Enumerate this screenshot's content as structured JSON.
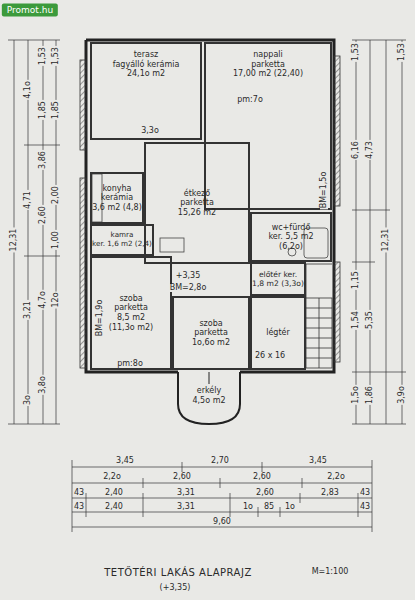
{
  "diagram": {
    "title": "TETŐTÉRI LAKÁS ALAPRAJZ",
    "nodes": [
      {
        "text": [
          "terasz",
          "fagyálló kerámia",
          "24,1o m2"
        ]
      },
      {
        "text": [
          "nappali",
          "parketta",
          "17,00 m2 (22,40)"
        ]
      },
      {
        "text": [
          "konyha",
          "kerámia",
          "3,6 m2 (4,8)"
        ]
      },
      {
        "text": [
          "étkező",
          "parketta",
          "15,26 m2"
        ]
      },
      {
        "text": [
          "wc+fürdő",
          "ker. 5,5 m2",
          "(6,2o)"
        ]
      },
      {
        "text": [
          "kamra",
          "ker. 1,6 m2 (2,4)"
        ]
      },
      {
        "text": [
          "előtér ker.",
          "1,8 m2 (3,3o)"
        ]
      },
      {
        "text": [
          "szoba",
          "parketta",
          "8,5 m2",
          "(11,3o m2)"
        ]
      },
      {
        "text": [
          "szoba",
          "parketta",
          "1o,6o m2"
        ]
      },
      {
        "text": [
          "légtér"
        ]
      },
      {
        "text": [
          "erkély",
          "4,5o m2"
        ]
      }
    ],
    "labels": [
      "Promot.hu",
      "3,3o",
      "pm:7o",
      "BM=1,5o",
      "+3,35",
      "BM=2,8o",
      "BM=1,9o",
      "26 x 16",
      "pm:8o",
      "3,45",
      "2,70",
      "3,45",
      "2,2o",
      "2,60",
      "2,60",
      "2,2o",
      "43",
      "2,40",
      "3,31",
      "2,60",
      "2,83",
      "43",
      "43",
      "2,40",
      "3,31",
      "1o",
      "85",
      "1o",
      "43",
      "9,60",
      "12,31",
      "4,1o",
      "4,71",
      "3,21",
      "3o",
      "1,53",
      "1,85",
      "3,86",
      "2,60",
      "4,7o",
      "3,8o",
      "1,53",
      "1,85",
      "2,00",
      "1,00",
      "12o",
      "1,53",
      "6,16",
      "1,15",
      "1,54",
      "1,5o",
      "4,73",
      "5,35",
      "1,86",
      "12,31",
      "1,53",
      "3,9o",
      "M=1:100",
      "(+3,35)"
    ]
  }
}
